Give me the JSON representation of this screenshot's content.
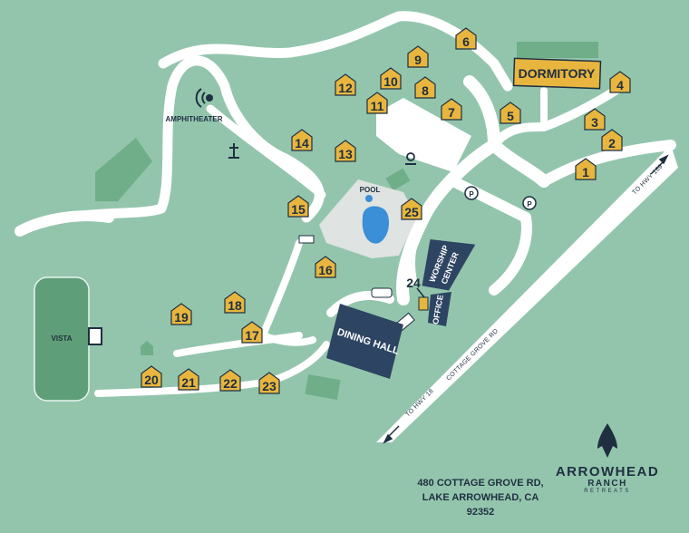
{
  "colors": {
    "background": "#93c5ad",
    "road": "#ffffff",
    "building_navy": "#2d4462",
    "cabin_gold": "#e8b63e",
    "field_green": "#5e9e78",
    "pool_blue": "#3a8fd6",
    "text_dark": "#1f2f40"
  },
  "cabins": [
    "1",
    "2",
    "3",
    "4",
    "5",
    "6",
    "7",
    "8",
    "9",
    "10",
    "11",
    "12",
    "13",
    "14",
    "15",
    "16",
    "17",
    "18",
    "19",
    "20",
    "21",
    "22",
    "23",
    "25"
  ],
  "buildings": {
    "dormitory": "DORMITORY",
    "dining_hall": "DINING HALL",
    "worship_center_line1": "WORSHIP",
    "worship_center_line2": "CENTER",
    "office": "OFFICE",
    "pool": "POOL",
    "amphitheater": "AMPHITHEATER",
    "vista": "VISTA"
  },
  "markers": {
    "parking": "P",
    "office_number": "24"
  },
  "roads": {
    "to_hwy_189": "TO HWY 189",
    "to_hwy_18": "TO HWY 18",
    "cottage_grove": "COTTAGE GROVE RD"
  },
  "address": {
    "line1": "480 COTTAGE GROVE RD,",
    "line2": "LAKE ARROWHEAD, CA 92352"
  },
  "logo": {
    "name": "ARROWHEAD",
    "sub": "RANCH",
    "sub2": "RETREATS"
  },
  "icons": [
    "cross-icon",
    "campfire-icon",
    "arrowhead-logo-icon",
    "arrow-up-right-icon",
    "arrow-down-left-icon"
  ]
}
